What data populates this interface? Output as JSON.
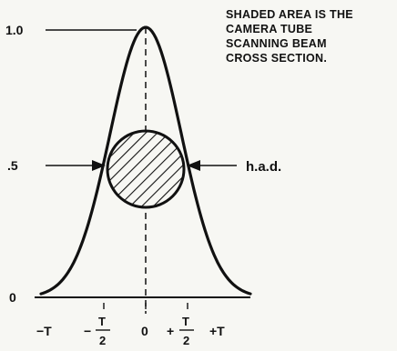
{
  "caption": {
    "line1": "SHADED AREA IS THE",
    "line2": "CAMERA TUBE",
    "line3": "SCANNING BEAM",
    "line4": "CROSS SECTION."
  },
  "y_axis": {
    "labels": [
      "1.0",
      ".5",
      "0"
    ],
    "values": [
      1.0,
      0.5,
      0
    ]
  },
  "x_axis": {
    "labels": [
      {
        "id": "neg-t",
        "text": "−T"
      },
      {
        "id": "neg-t-half",
        "num": "T",
        "den": "2",
        "prefix": "−"
      },
      {
        "id": "zero",
        "text": "0"
      },
      {
        "id": "pos-t-half",
        "num": "T",
        "den": "2",
        "prefix": "+"
      },
      {
        "id": "pos-t",
        "text": "+T"
      }
    ]
  },
  "annotation": {
    "text": "h.a.d."
  },
  "curve": {
    "type": "gaussian",
    "peak": 1.0,
    "half_amplitude_width": "T"
  },
  "colors": {
    "ink": "#111111",
    "background": "#f7f7f3"
  }
}
